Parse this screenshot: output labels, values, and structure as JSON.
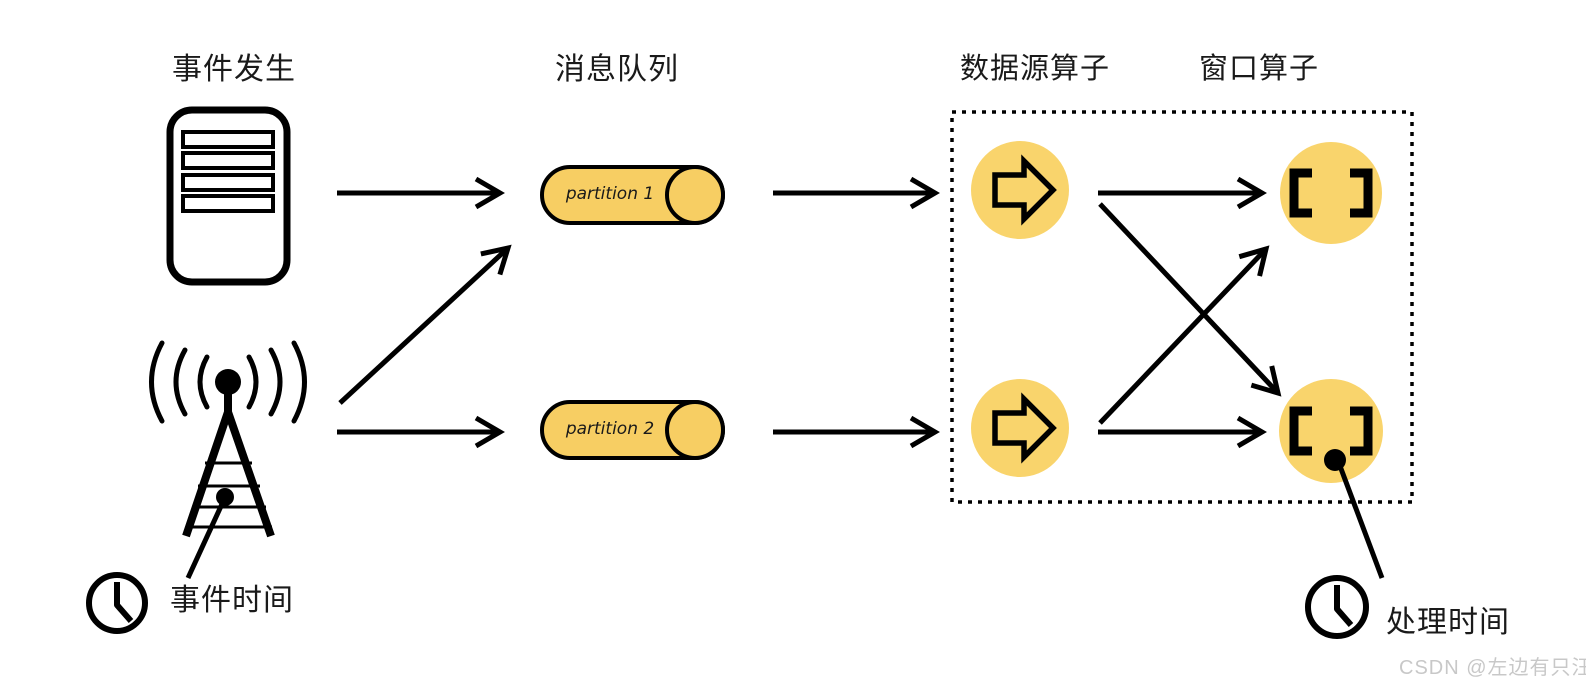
{
  "titles": {
    "event_source": "事件发生",
    "message_queue": "消息队列",
    "source_operator": "数据源算子",
    "window_operator": "窗口算子"
  },
  "partitions": [
    {
      "label": "partition 1"
    },
    {
      "label": "partition 2"
    }
  ],
  "annotations": {
    "event_time": "事件时间",
    "processing_time": "处理时间"
  },
  "watermark": "CSDN @左边有只汪",
  "icons": {
    "event_source_1": "server-icon",
    "event_source_2": "radio-tower-icon",
    "event_time_marker": "clock-icon",
    "processing_time_marker": "clock-icon",
    "source_operator_glyph": "right-arrow-icon",
    "window_operator_glyph": "brackets-icon"
  },
  "colors": {
    "node_fill": "#F9D46C",
    "partition_fill": "#F7CE63",
    "stroke": "#000000",
    "label": "#1A1A1A",
    "watermark": "#C8C8C8"
  }
}
